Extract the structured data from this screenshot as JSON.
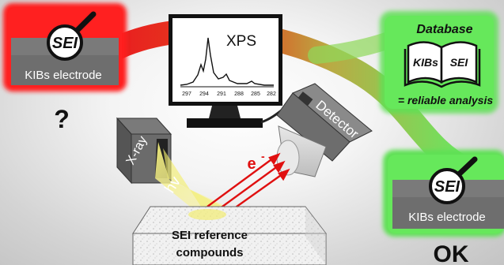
{
  "left_electrode": {
    "sei_label": "SEI",
    "electrode_label": "KIBs electrode",
    "question_mark": "?"
  },
  "right_electrode": {
    "sei_label": "SEI",
    "electrode_label": "KIBs electrode",
    "status": "OK"
  },
  "database": {
    "title": "Database",
    "book_left": "KIBs",
    "book_right": "SEI",
    "caption": "= reliable analysis"
  },
  "xps_monitor": {
    "title": "XPS",
    "axis_ticks": [
      "297",
      "294",
      "291",
      "288",
      "285",
      "282"
    ]
  },
  "xray_source": {
    "label": "X-ray",
    "photon_label": "hv"
  },
  "detector": {
    "label": "Detector",
    "electron_label": "e"
  },
  "sample": {
    "line1": "SEI reference",
    "line2": "compounds"
  },
  "colors": {
    "red_glow": "#ff1a1a",
    "green_glow": "#62e85a",
    "electron_arrow": "#e01010",
    "beam_yellow": "#f6f28a"
  }
}
